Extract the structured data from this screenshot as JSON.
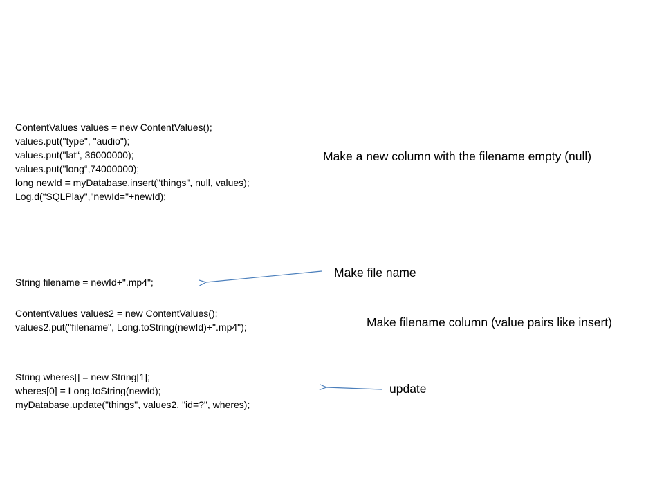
{
  "blocks": {
    "insert": [
      "ContentValues values = new ContentValues();",
      "values.put(\"type\", \"audio\");",
      "values.put(\"lat“, 36000000);",
      "values.put(\"long“,74000000);",
      "long newId = myDatabase.insert(\"things\", null, values);",
      "Log.d(“SQLPlay\",\"newId=\"+newId);"
    ],
    "filename": [
      "String filename = newId+\".mp4\";"
    ],
    "values2": [
      "ContentValues values2 = new ContentValues();",
      "values2.put(\"filename\", Long.toString(newId)+\".mp4\");"
    ],
    "update": [
      "String wheres[] = new String[1];",
      "wheres[0] = Long.toString(newId);",
      "myDatabase.update(\"things\", values2, \"id=?\", wheres);"
    ]
  },
  "notes": {
    "new_column": "Make a new column with the filename empty (null)",
    "file_name": "Make file name",
    "filename_column": "Make filename column (value pairs like insert)",
    "update": "update"
  },
  "colors": {
    "arrow": "#4a7ebb",
    "text": "#000000",
    "background": "#ffffff"
  }
}
